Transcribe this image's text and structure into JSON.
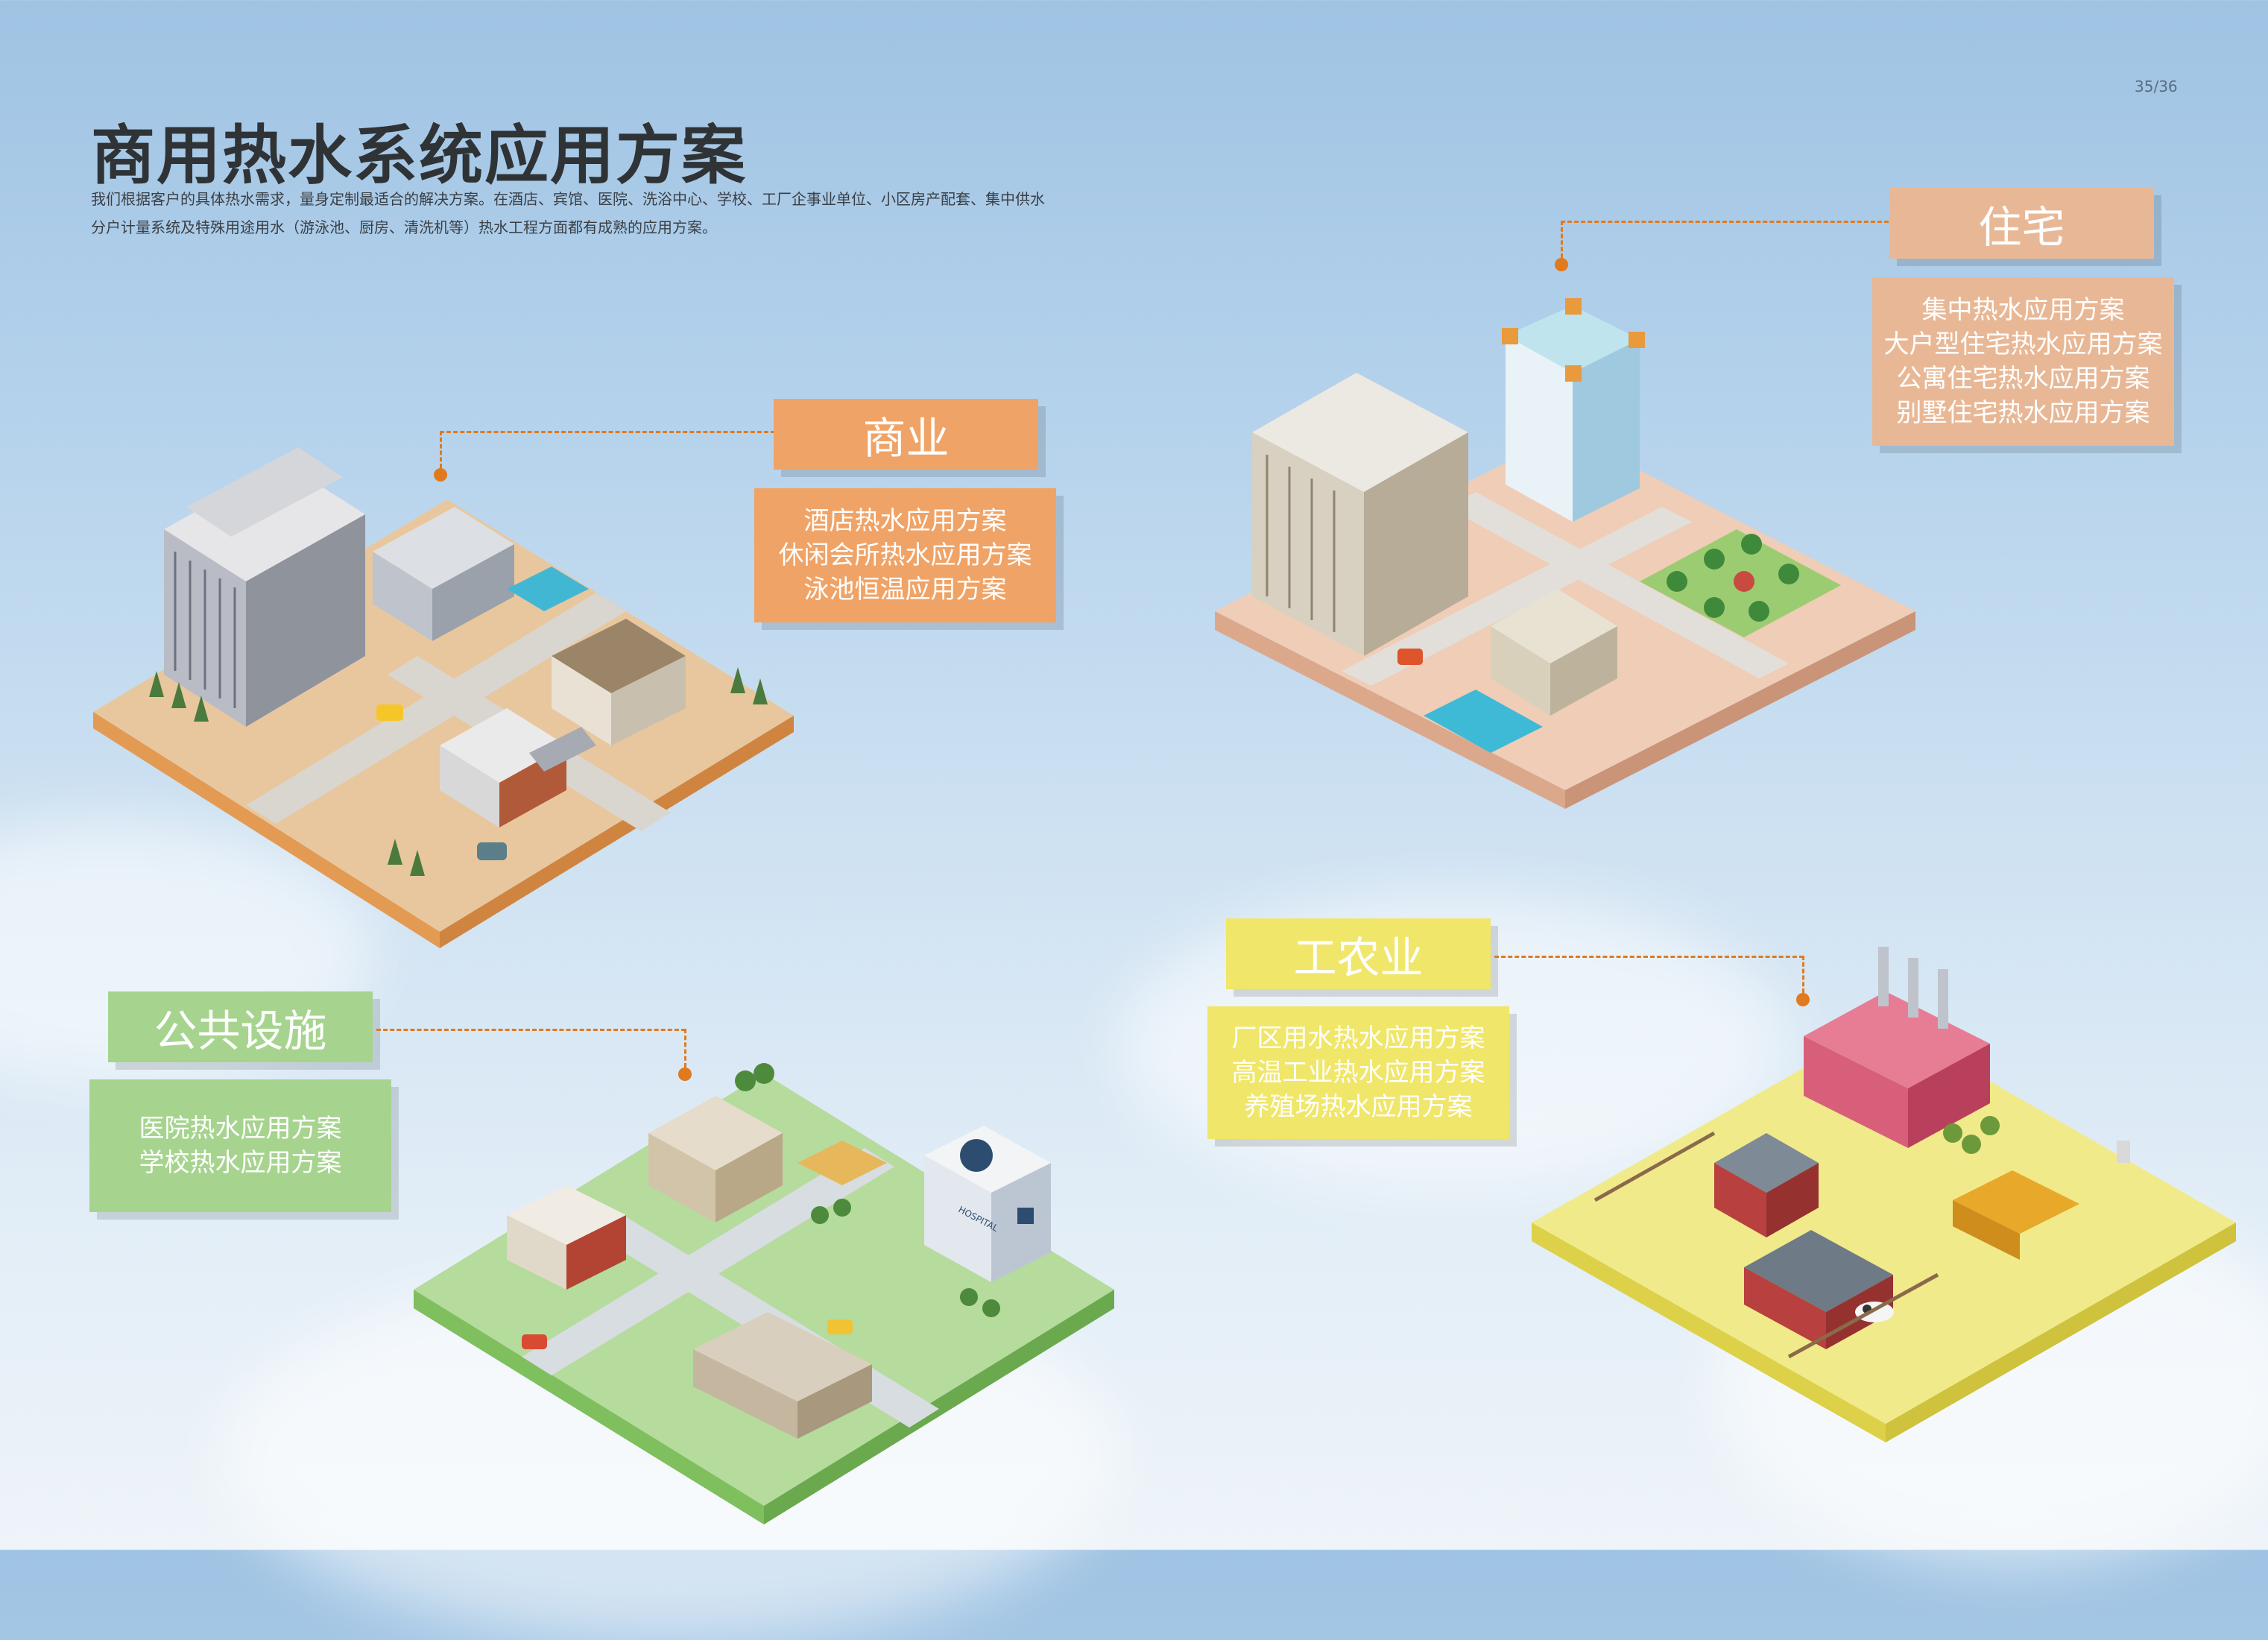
{
  "page_number": "35/36",
  "title": "商用热水系统应用方案",
  "intro_lines": [
    "我们根据客户的具体热水需求，量身定制最适合的解决方案。在酒店、宾馆、医院、洗浴中心、学校、工厂企事业单位、小区房产配套、集中供水",
    "分户计量系统及特殊用途用水（游泳池、厨房、清洗机等）热水工程方面都有成熟的应用方案。"
  ],
  "sections": {
    "commercial": {
      "label": "商业",
      "items": [
        "酒店热水应用方案",
        "休闲会所热水应用方案",
        "泳池恒温应用方案"
      ],
      "color": "#f0a366"
    },
    "residential": {
      "label": "住宅",
      "items": [
        "集中热水应用方案",
        "大户型住宅热水应用方案",
        "公寓住宅热水应用方案",
        "别墅住宅热水应用方案"
      ],
      "color": "#e8b896"
    },
    "public": {
      "label": "公共设施",
      "items": [
        "医院热水应用方案",
        "学校热水应用方案"
      ],
      "color": "#a6d48f"
    },
    "industrial": {
      "label": "工农业",
      "items": [
        "厂区用水热水应用方案",
        "高温工业热水应用方案",
        "养殖场热水应用方案"
      ],
      "color": "#f0e66a"
    }
  },
  "building_signs": {
    "hospital": "HOSPITAL"
  }
}
